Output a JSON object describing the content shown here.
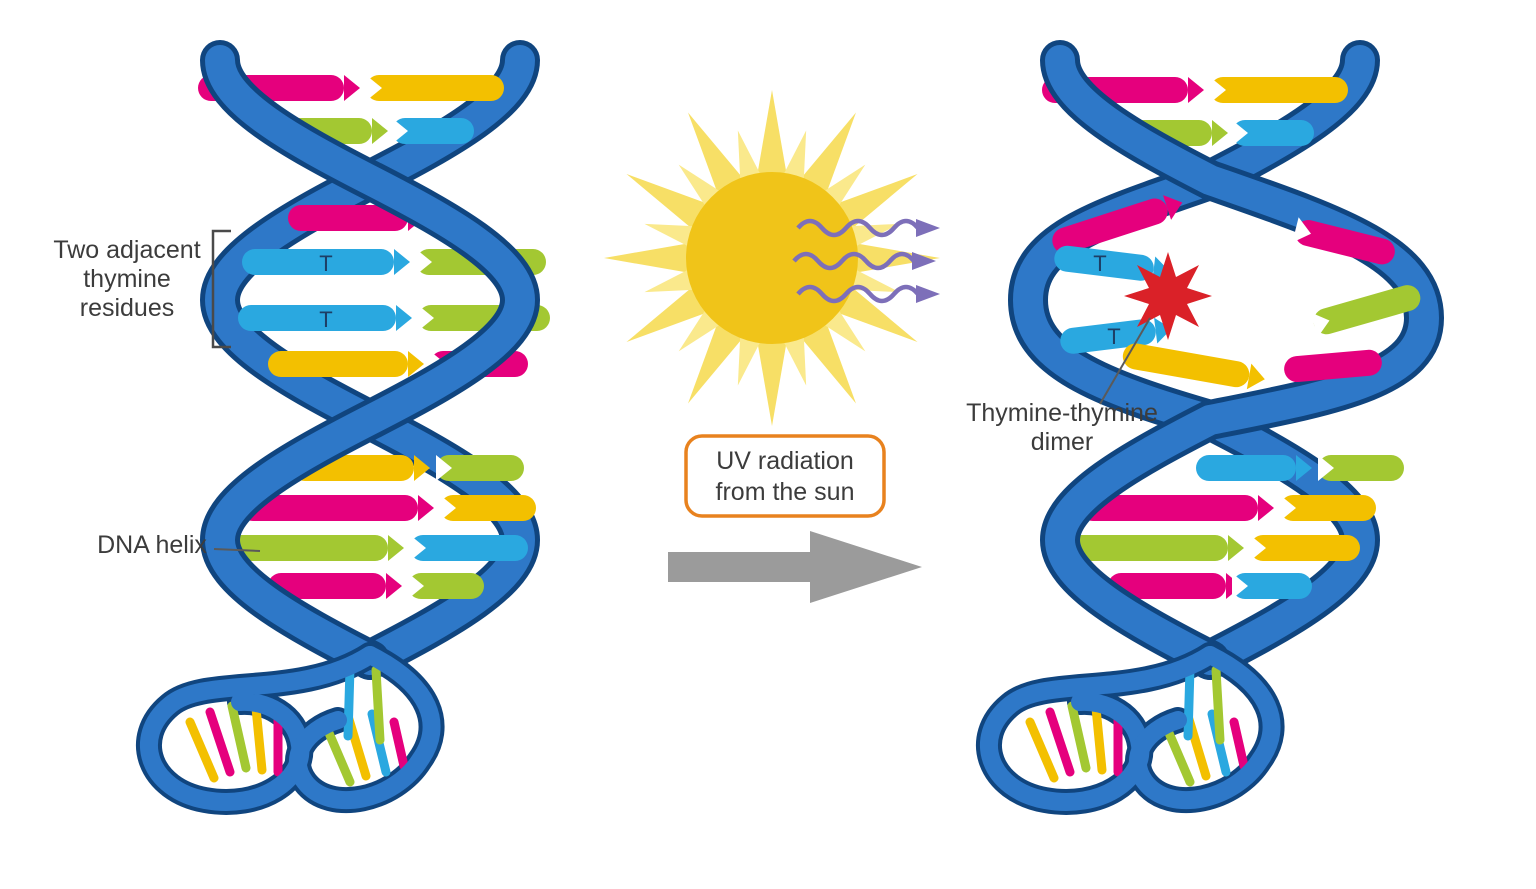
{
  "labels": {
    "two_adjacent": [
      "Two adjacent",
      "thymine",
      "residues"
    ],
    "dna_helix": "DNA helix",
    "uv_box": [
      "UV radiation",
      "from the sun"
    ],
    "dimer": [
      "Thymine-thymine",
      "dimer"
    ],
    "t": "T"
  },
  "colors": {
    "strand_blue": "#2e78c8",
    "strand_outline": "#10457f",
    "magenta": "#e5007d",
    "yellow": "#f3c000",
    "green": "#a3c832",
    "cyan": "#2aa8e0",
    "star_red": "#da2128",
    "sun_core": "#f0c419",
    "sun_ray_long": "#f7df66",
    "sun_ray_short": "#fae98c",
    "uv_wave_purple": "#7d6fb9",
    "arrow_gray": "#9b9b9b",
    "uv_box_border": "#e8821e",
    "text": "#3c3c3c"
  }
}
